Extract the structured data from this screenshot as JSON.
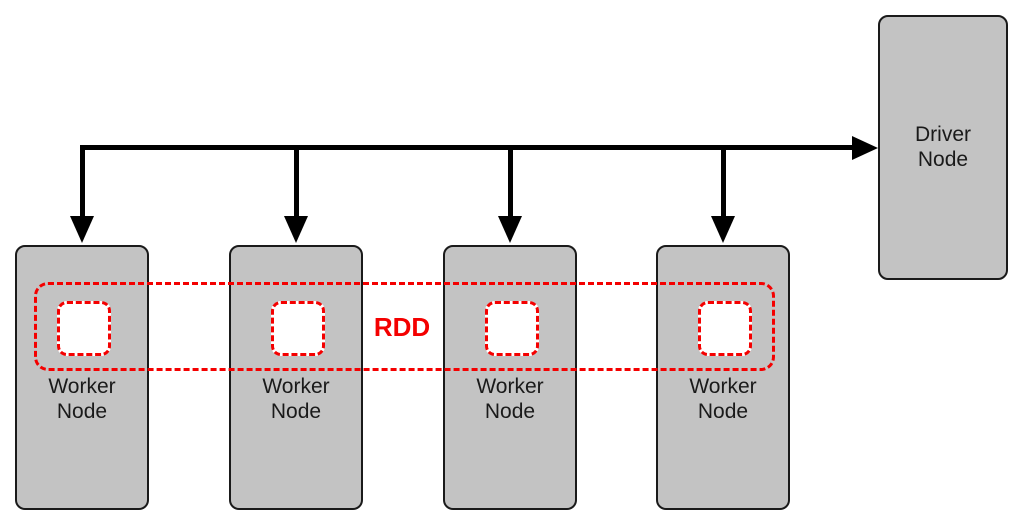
{
  "colors": {
    "node_fill": "#c3c3c3",
    "node_border": "#1a1a1a",
    "text": "#1a1a1a",
    "rdd_red": "#f40000",
    "arrow": "#000000",
    "page_bg": "#ffffff"
  },
  "driver": {
    "label": "Driver\nNode"
  },
  "workers": [
    {
      "label": "Worker\nNode"
    },
    {
      "label": "Worker\nNode"
    },
    {
      "label": "Worker\nNode"
    },
    {
      "label": "Worker\nNode"
    }
  ],
  "rdd": {
    "label": "RDD"
  }
}
